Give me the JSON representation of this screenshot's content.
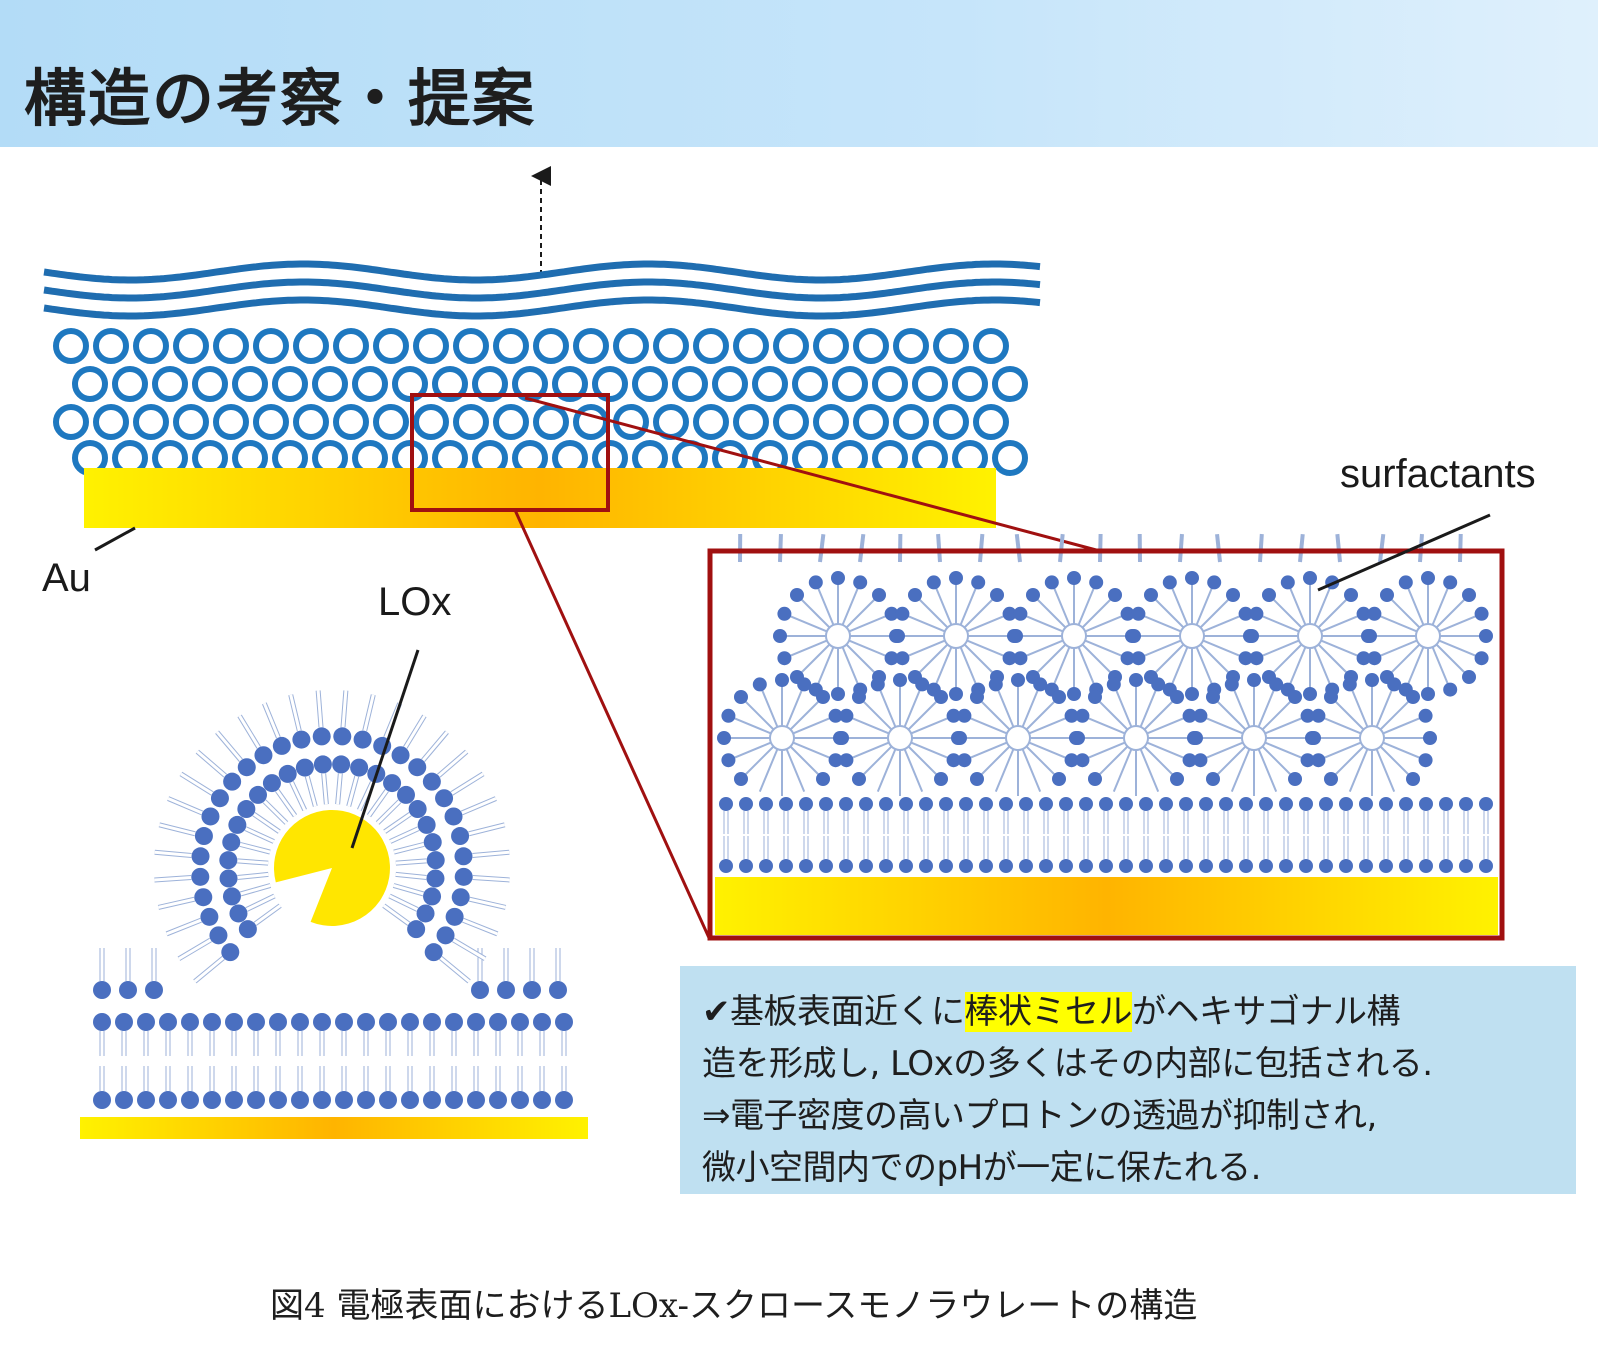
{
  "header": {
    "title": "構造の考察・提案"
  },
  "labels": {
    "au": "Au",
    "lox": "LOx",
    "surfactants": "surfactants"
  },
  "note": {
    "check": "✔",
    "line1_pre": "基板表面近くに",
    "line1_highlight": "棒状ミセル",
    "line1_post": "がヘキサゴナル構",
    "line2": "造を形成し, LOxの多くはその内部に包括される.",
    "line3": "⇒電子密度の高いプロトンの透過が抑制され,",
    "line4": "微小空間内でのpHが一定に保たれる."
  },
  "caption": "図4 電極表面におけるLOx-スクロースモノラウレートの構造",
  "colors": {
    "header_bg": "#b3dcf7",
    "water_blue": "#1f6db0",
    "circle_blue": "#1e78c0",
    "head_blue": "#4a6fc0",
    "gold": "#ffd000",
    "gold_dark": "#ffb400",
    "frame_red": "#a01010",
    "note_bg": "#bfe0f1",
    "highlight": "#ffff00"
  }
}
